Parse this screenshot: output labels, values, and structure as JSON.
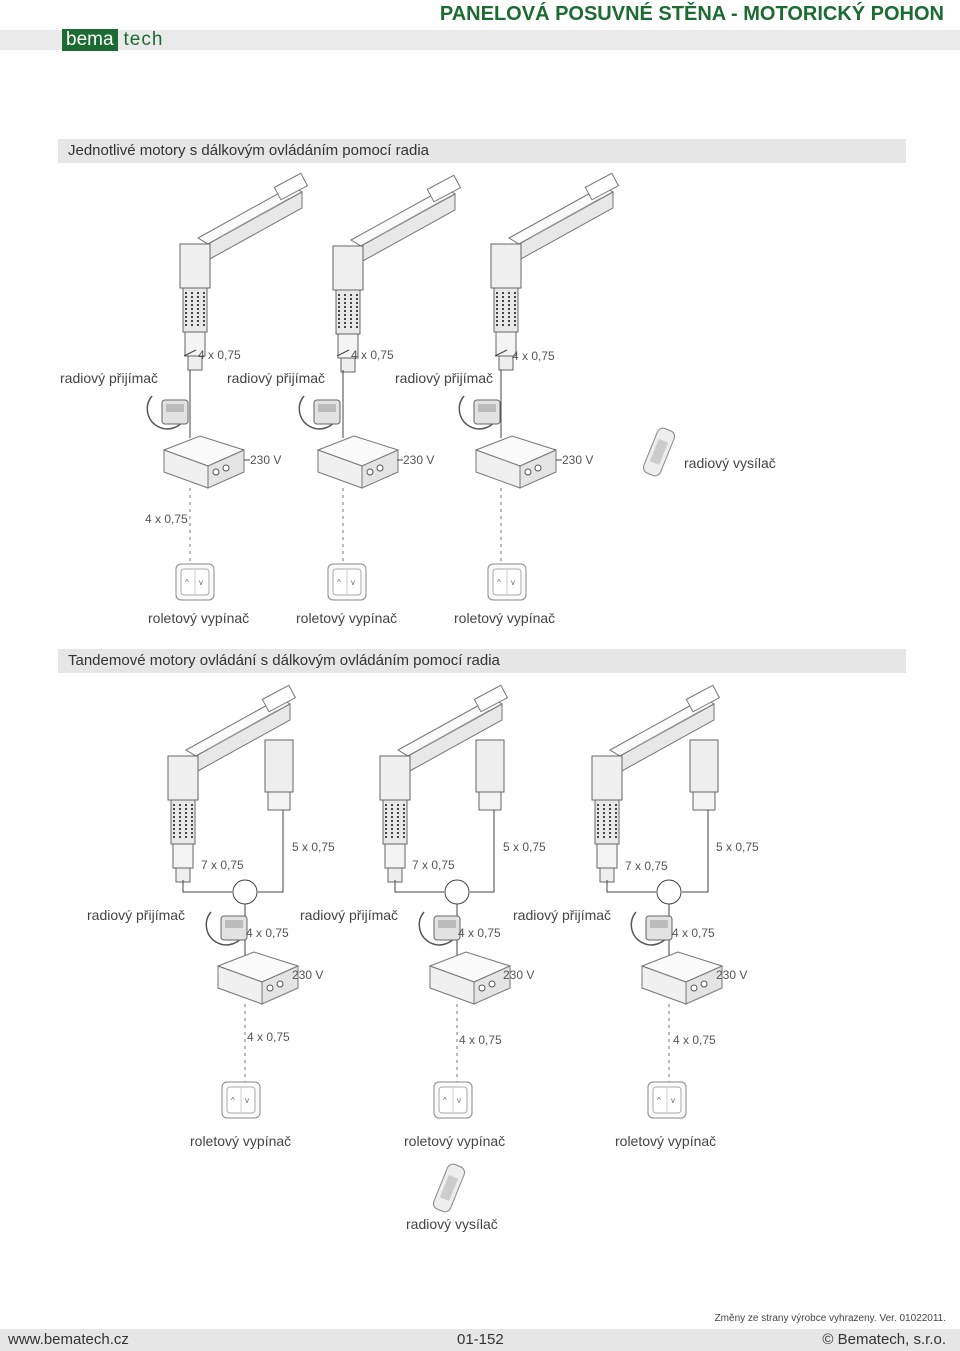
{
  "header": {
    "logo_box": "bema",
    "logo_text": "tech",
    "title": "PANELOVÁ POSUVNÉ STĚNA - MOTORICKÝ POHON"
  },
  "section1": {
    "title": "Jednotlivé motory s dálkovým ovládáním pomocí radia",
    "receiver_label": "radiový přijímač",
    "cable_4": "4 x 0,75",
    "voltage": "230 V",
    "transmitter_label": "radiový vysílač",
    "switch_label": "roletový vypínač"
  },
  "section2": {
    "title": "Tandemové motory ovládání s dálkovým ovládáním pomocí radia",
    "receiver_label": "radiový přijímač",
    "cable_7": "7 x 0,75",
    "cable_5": "5 x 0,75",
    "cable_4": "4 x 0,75",
    "voltage": "230 V",
    "switch_label": "roletový vypínač",
    "transmitter_label": "radiový vysílač"
  },
  "footer": {
    "note": "Změny ze strany výrobce vyhrazeny. Ver. 01022011.",
    "url": "www.bematech.cz",
    "page": "01-152",
    "copyright": "© Bematech, s.r.o."
  }
}
